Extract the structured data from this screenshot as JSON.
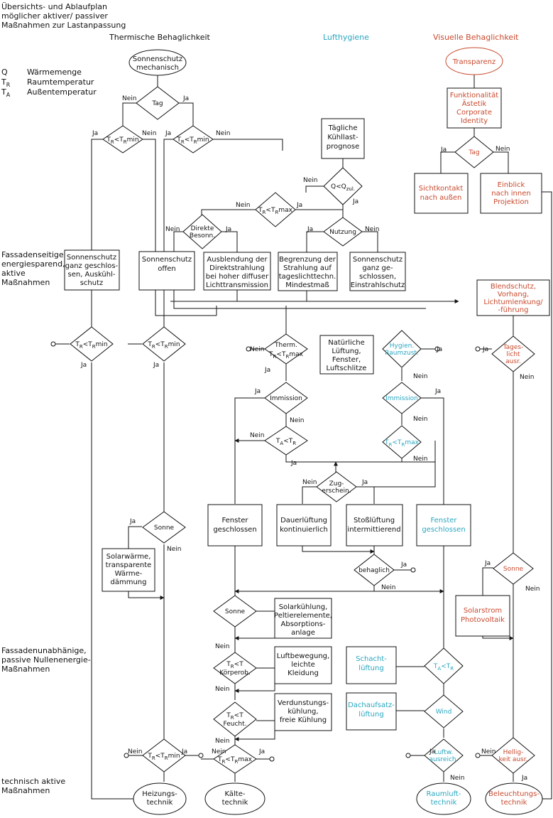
{
  "title": {
    "line1": "Übersichts- und Ablaufplan",
    "line2": "möglicher aktiver/ passiver",
    "line3": "Maßnahmen zur Lastanpassung"
  },
  "legend": [
    {
      "sym": "Q",
      "text": "Wärmemenge"
    },
    {
      "sym": "TR",
      "text": "Raumtemperatur"
    },
    {
      "sym": "TA",
      "text": "Außentemperatur"
    }
  ],
  "columns": {
    "thermal": "Thermische Behaglichkeit",
    "air": "Lufthygiene",
    "visual": "Visuelle Behaglichkeit"
  },
  "rows": {
    "active1": "Fassadenseitige,|energiesparend,|aktive|Maßnahmen",
    "passive": "Fassadenunabhänige,|passive Nullenenergie-|Maßnahmen",
    "active2": "technisch aktive|Maßnahmen"
  },
  "labels": {
    "ja": "Ja",
    "nein": "Nein"
  },
  "colors": {
    "teal": "#2aa6c0",
    "red": "#c84a2e",
    "line": "#111111"
  },
  "nodes": {
    "sonnenschutz_mech": "Sonnenschutz|mechanisch",
    "tag1": "Tag",
    "kuehllast": "Tägliche|Kühllast-|prognose",
    "direkte_besonn": "Direkte|Besonn.",
    "nutzung": "Nutzung",
    "ss_ganz_geschl": "Sonnenschutz|ganz geschlos-|sen, Auskühl-|schutz",
    "ss_offen": "Sonnenschutz|offen",
    "ausblendung": "Ausblendung der|Direktstrahlung|bei hoher diffuser|Lichttransmission",
    "begrenzung": "Begrenzung der|Strahlung auf|tageslichttechn.|Mindestmaß",
    "ss_ganz_ge": "Sonnenschutz|ganz ge-|schlossen,|Einstrahlschutz",
    "therm": "Therm.",
    "natuerliche": "Natürliche|Lüftung,|Fenster,|Luftschlitze",
    "hygien": "Hygien.|Raumzust.",
    "immission1": "Immission",
    "immission2": "Immission",
    "zugersch": "Zug-|erschein.",
    "fenster_geschl1": "Fenster|geschlossen",
    "dauerlueftung": "Dauerlüftung|kontinuierlich",
    "stosslueftung": "Stoßlüftung|intermittierend",
    "fenster_geschl2": "Fenster|geschlossen",
    "behaglich": "behaglich",
    "sonne1": "Sonne",
    "solarwaerme": "Solarwärme,|transparente|Wärme-|dämmung",
    "sonne2": "Sonne",
    "solarkuehlung": "Solarkühlung,|Peltierelemente,|Absorptions-|anlage",
    "koerperob": "Körperob.",
    "luftbewegung": "Luftbewegung,|leichte|Kleidung",
    "feucht": "Feucht.",
    "verdunstung": "Verdunstungs-|kühlung,|freie Kühlung",
    "schacht": "Schacht-|lüftung",
    "dachaufsatz": "Dachaufsatz-|lüftung",
    "wind": "Wind",
    "luftw": "Luftw.|ausreich.",
    "heizung": "Heizungs-|technik",
    "kaelte": "Kälte-|technik",
    "raumluft": "Raumluft-|technik",
    "beleuchtung": "Beleuchtungs-|technik",
    "transparenz": "Transparenz",
    "funktionalitaet": "Funktionalität|Ästetik|Corporate|Identity",
    "tag2": "Tag",
    "sichtkontakt": "Sichtkontakt|nach außen",
    "einblick": "Einblick|nach innen|Projektion",
    "blendschutz": "Blendschutz,|Vorhang,|Lichtumlenkung/|-führung",
    "tageslicht": "Tages-|licht|ausr.",
    "sonne3": "Sonne",
    "solarstrom": "Solarstrom|Photovoltaik",
    "helligkeit": "Hellig-|keit ausr."
  }
}
